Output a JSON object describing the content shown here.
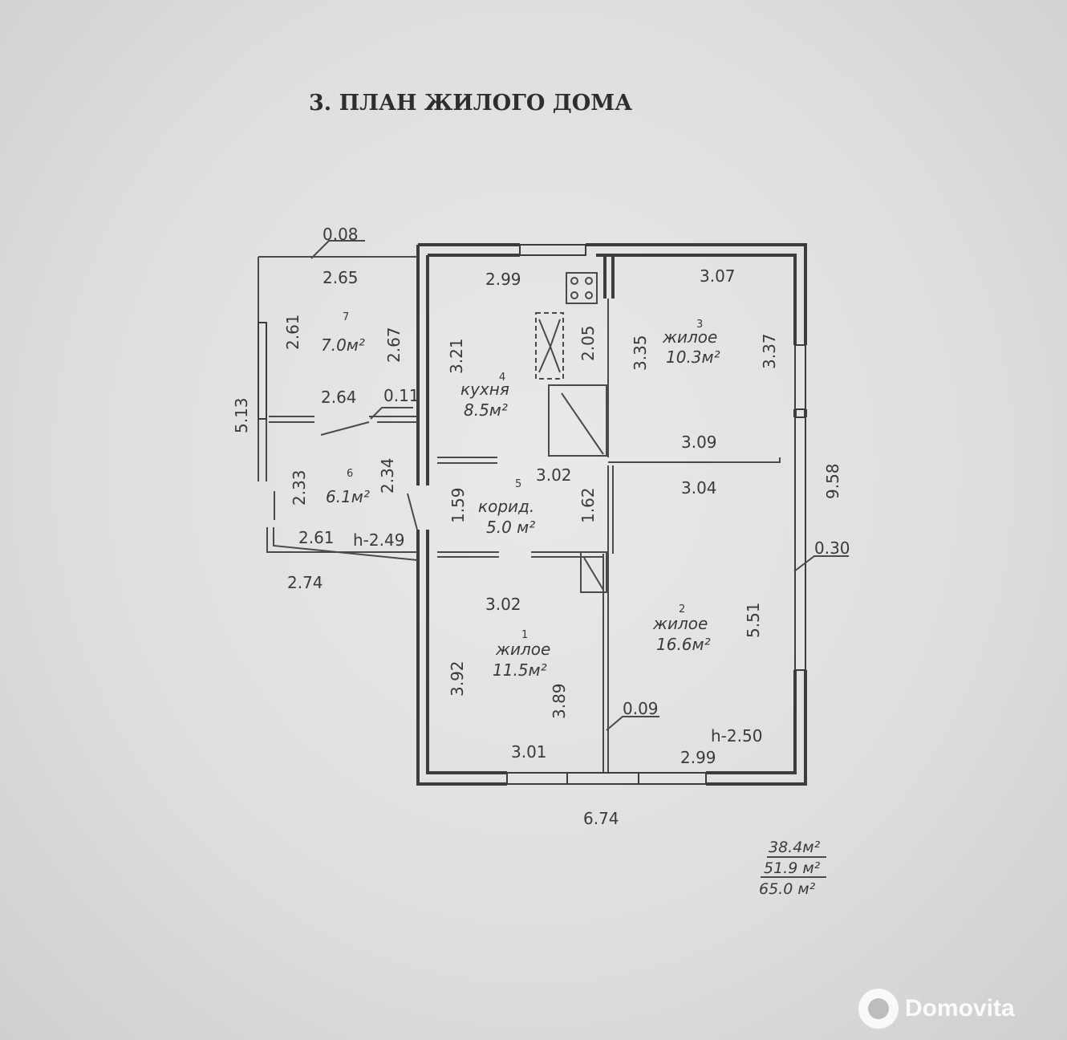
{
  "title": "3. ПЛАН ЖИЛОГО ДОМА",
  "rooms": {
    "r1": {
      "num": "1",
      "name": "жилое",
      "area": "11.5м²"
    },
    "r2": {
      "num": "2",
      "name": "жилое",
      "area": "16.6м²"
    },
    "r3": {
      "num": "3",
      "name": "жилое",
      "area": "10.3м²"
    },
    "r4": {
      "num": "4",
      "name": "кухня",
      "area": "8.5м²"
    },
    "r5": {
      "num": "5",
      "name": "корид.",
      "area": "5.0 м²"
    },
    "r6": {
      "num": "6",
      "area": "6.1м²"
    },
    "r7": {
      "num": "7",
      "area": "7.0м²"
    }
  },
  "dims": {
    "d008": "0.08",
    "d265": "2.65",
    "d299top": "2.99",
    "d307": "3.07",
    "d261l": "2.61",
    "d267": "2.67",
    "d321": "3.21",
    "d205": "2.05",
    "d335": "3.35",
    "d337": "3.37",
    "d513": "5.13",
    "d264": "2.64",
    "d011": "0.11",
    "d309": "3.09",
    "d958": "9.58",
    "d233": "2.33",
    "d234": "2.34",
    "d302a": "3.02",
    "d159": "1.59",
    "d162": "1.62",
    "d304": "3.04",
    "d261b": "2.61",
    "h249": "h-2.49",
    "d030": "0.30",
    "d274": "2.74",
    "d302b": "3.02",
    "d551": "5.51",
    "d392": "3.92",
    "d389": "3.89",
    "d009": "0.09",
    "h250": "h-2.50",
    "d301": "3.01",
    "d299b": "2.99",
    "d674": "6.74"
  },
  "totals": {
    "living": "38.4м²",
    "total": "51.9 м²",
    "overall": "65.0 м²"
  },
  "watermark": {
    "brand": "Domovita"
  }
}
